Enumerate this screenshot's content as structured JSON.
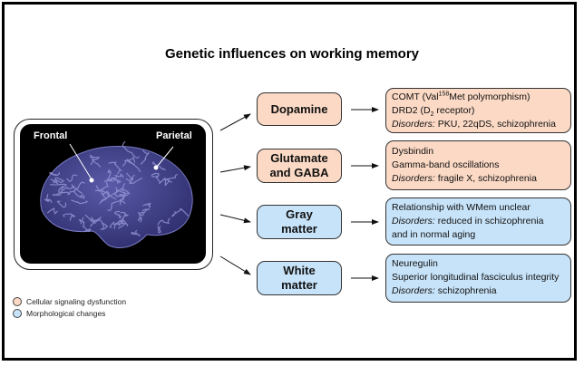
{
  "title": "Genetic influences on working memory",
  "brain": {
    "labels": [
      "Frontal",
      "Parietal"
    ],
    "colors": {
      "background": "#000000",
      "brain": "#4a4a96",
      "gyri": "#8c8cd0"
    }
  },
  "colors": {
    "cellular": "#fbd9c5",
    "morphological": "#c7e3f9"
  },
  "categories": [
    {
      "label_lines": [
        "Dopamine"
      ],
      "type": "cellular",
      "details": [
        {
          "parts": [
            {
              "t": "COMT (Val"
            },
            {
              "sup": "158"
            },
            {
              "t": "Met polymorphism)"
            }
          ]
        },
        {
          "parts": [
            {
              "t": "DRD2 (D"
            },
            {
              "sub": "2"
            },
            {
              "t": " receptor)"
            }
          ]
        },
        {
          "parts": [
            {
              "i": "Disorders:"
            },
            {
              "t": " PKU, 22qDS, schizophrenia"
            }
          ]
        }
      ]
    },
    {
      "label_lines": [
        "Glutamate",
        "and GABA"
      ],
      "type": "cellular",
      "details": [
        {
          "parts": [
            {
              "t": "Dysbindin"
            }
          ]
        },
        {
          "parts": [
            {
              "t": "Gamma-band oscillations"
            }
          ]
        },
        {
          "parts": [
            {
              "i": "Disorders:"
            },
            {
              "t": " fragile X, schizophrenia"
            }
          ]
        }
      ]
    },
    {
      "label_lines": [
        "Gray",
        "matter"
      ],
      "type": "morphological",
      "details": [
        {
          "parts": [
            {
              "t": "Relationship with WMem unclear"
            }
          ]
        },
        {
          "parts": [
            {
              "i": "Disorders:"
            },
            {
              "t": " reduced in schizophrenia"
            }
          ]
        },
        {
          "parts": [
            {
              "t": "and in normal aging"
            }
          ]
        }
      ]
    },
    {
      "label_lines": [
        "White",
        "matter"
      ],
      "type": "morphological",
      "details": [
        {
          "parts": [
            {
              "t": "Neuregulin"
            }
          ]
        },
        {
          "parts": [
            {
              "t": "Superior longitudinal fasciculus integrity"
            }
          ]
        },
        {
          "parts": [
            {
              "i": "Disorders:"
            },
            {
              "t": " schizophrenia"
            }
          ]
        }
      ]
    }
  ],
  "legend": [
    {
      "label": "Cellular signaling dysfunction",
      "type": "cellular"
    },
    {
      "label": "Morphological changes",
      "type": "morphological"
    }
  ]
}
